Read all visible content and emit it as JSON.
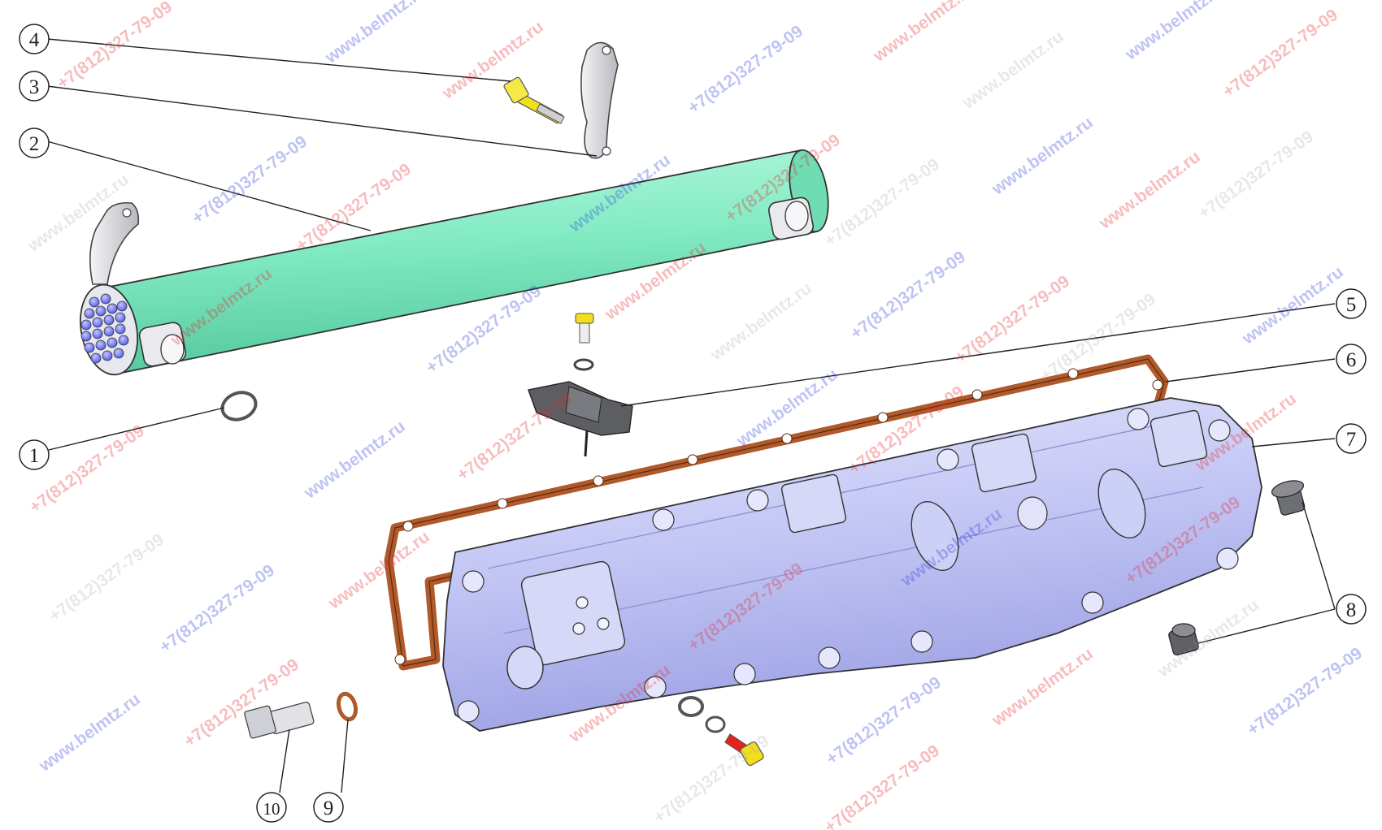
{
  "watermarks": {
    "site": "www.belmtz.ru",
    "phone": "+7(812)327-79-09"
  },
  "callouts": [
    {
      "id": "c1",
      "label": "1"
    },
    {
      "id": "c2",
      "label": "2"
    },
    {
      "id": "c3",
      "label": "3"
    },
    {
      "id": "c4",
      "label": "4"
    },
    {
      "id": "c5",
      "label": "5"
    },
    {
      "id": "c6",
      "label": "6"
    },
    {
      "id": "c7",
      "label": "7"
    },
    {
      "id": "c8",
      "label": "8"
    },
    {
      "id": "c9",
      "label": "9"
    },
    {
      "id": "c10",
      "label": "10"
    }
  ],
  "colors": {
    "cooler_tube": "#84ecc5",
    "housing": "#c3c6f4",
    "gasket": "#b0592a",
    "bolt_yellow": "#f2df1c",
    "bolt_red": "#e8221a",
    "bracket": "#d9d9dc",
    "core_blue": "#6a6ff0"
  }
}
